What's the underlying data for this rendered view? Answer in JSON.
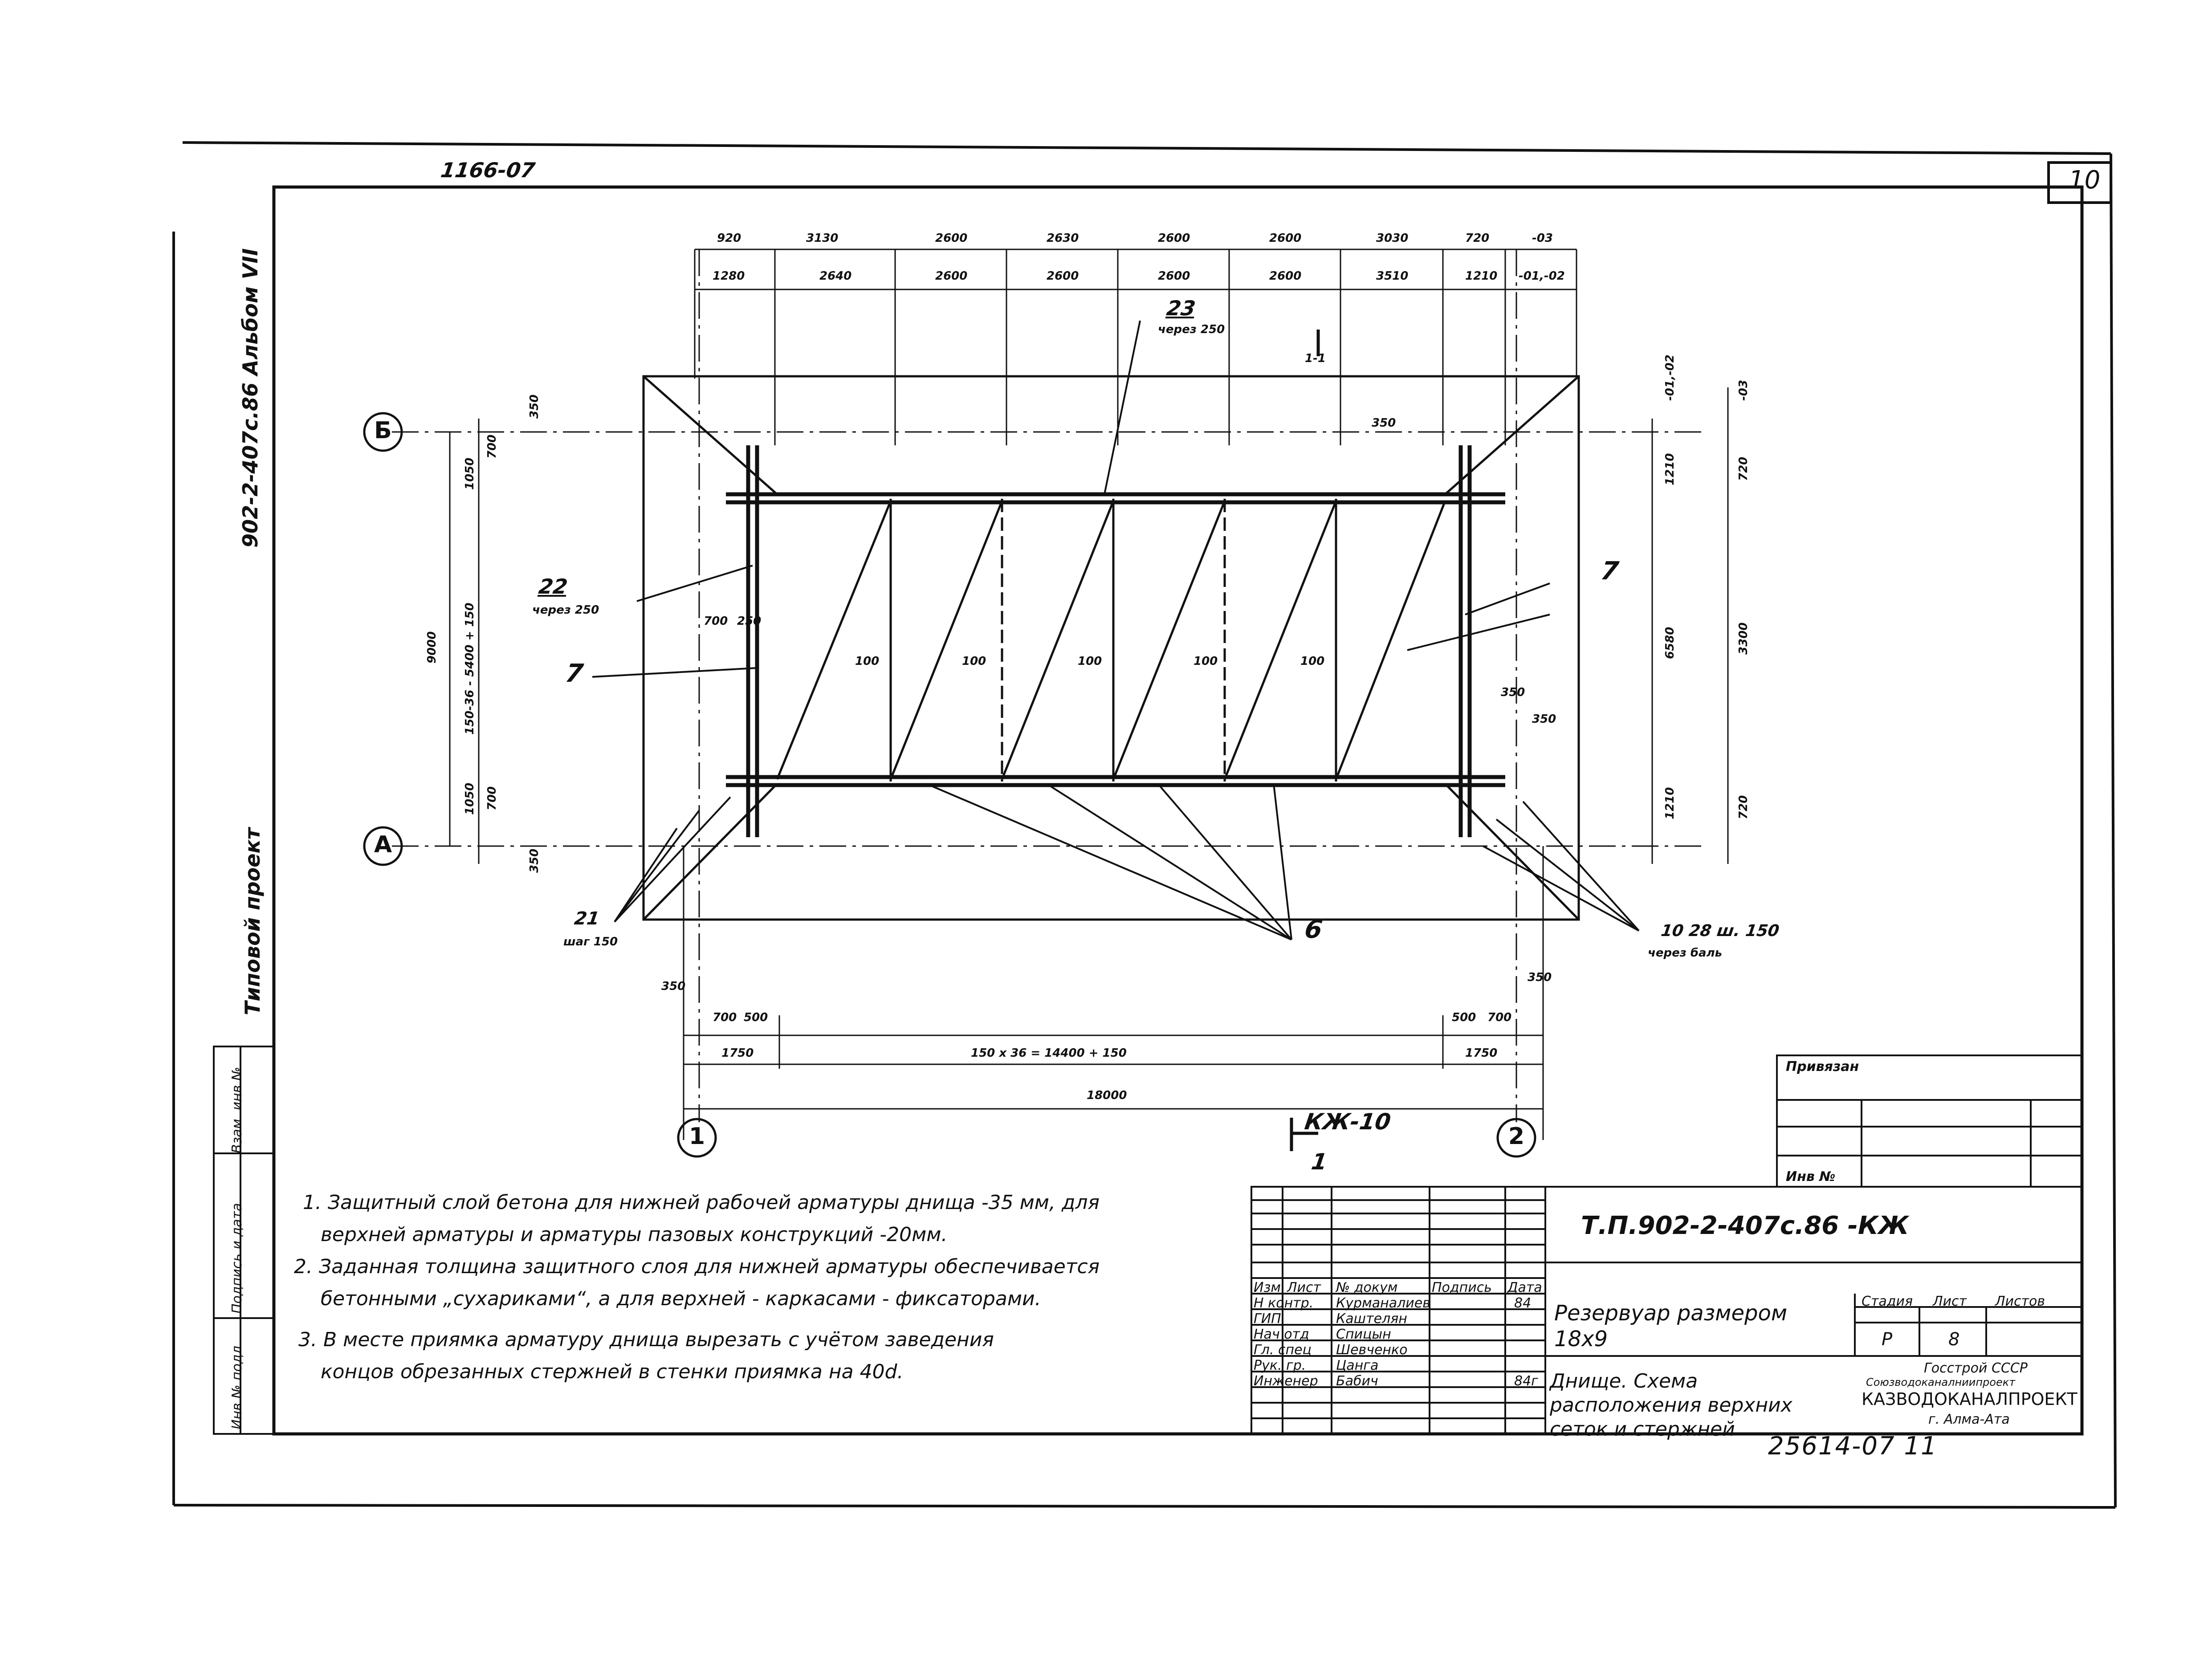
{
  "header": {
    "sheet_code": "1166-07",
    "sheet_number": "10",
    "album_vertical": "902-2-407с.86   Альбом VII",
    "typical_project_vertical": "Типовой проект"
  },
  "side_stamp": [
    "Взам. инв №",
    "Подпись и дата",
    "Инв.№ подл."
  ],
  "dims_top": {
    "row1": [
      "920",
      "3130",
      "2600",
      "2630",
      "2600",
      "2600",
      "3030",
      "720",
      "-03"
    ],
    "row2": [
      "1280",
      "2640",
      "2600",
      "2600",
      "2600",
      "2600",
      "3510",
      "1210",
      "-01,-02"
    ]
  },
  "dims_left": {
    "total": "9000",
    "formula": "150-36 - 5400 + 150",
    "parts": [
      "1050",
      "700",
      "350",
      "1050",
      "700",
      "350"
    ]
  },
  "dims_right": {
    "top": [
      "1210",
      "720"
    ],
    "mid": [
      "6580",
      "3300"
    ],
    "bottom": [
      "1210",
      "720"
    ],
    "labels_top": [
      "-01,-02",
      "-03"
    ]
  },
  "dims_bottom": {
    "left": [
      "350",
      "700",
      "500",
      "1750"
    ],
    "right": [
      "350",
      "500",
      "700",
      "1750"
    ],
    "middle": "150 х 36  = 14400  + 150",
    "total": "18000"
  },
  "axes": {
    "rows": [
      "Б",
      "А"
    ],
    "cols": [
      "1",
      "2"
    ]
  },
  "callouts": [
    {
      "id": "23",
      "note": "через 250"
    },
    {
      "id": "22",
      "note": "через 250"
    },
    {
      "id": "7",
      "note": ""
    },
    {
      "id": "7",
      "note": ""
    },
    {
      "id": "6",
      "note": ""
    },
    {
      "id": "21",
      "note": "шаг 150"
    },
    {
      "id": "10 28 ш. 150",
      "note": "через баль"
    }
  ],
  "inner_labels": [
    "100",
    "100",
    "100",
    "100",
    "100",
    "700",
    "250",
    "350",
    "350",
    "1-1",
    "350"
  ],
  "section_marker": {
    "label": "КЖ-10",
    "number": "1"
  },
  "notes": [
    "1. Защитный слой бетона для нижней рабочей арматуры днища -35 мм, для",
    "верхней арматуры и арматуры пазовых конструкций -20мм.",
    "2. Заданная толщина защитного слоя для нижней арматуры обеспечивается",
    "бетонными „сухариками“, а для верхней - каркасами - фиксаторами.",
    "3. В месте приямка арматуру днища вырезать с учётом заведения",
    "концов обрезанных стержней в стенки приямка на 40d."
  ],
  "title_block": {
    "doc_code": "Т.П.902-2-407с.86   -КЖ",
    "object": "Резервуар размером 18х9",
    "sheet_title": "Днище. Схема расположения верхних сеток и стержней",
    "headers": [
      "Изм",
      "Лист",
      "№ докум",
      "Подпись",
      "Дата"
    ],
    "roles": [
      {
        "role": "Н контр.",
        "name": "Курманалиев",
        "date": "84"
      },
      {
        "role": "ГИП",
        "name": "Каштелян",
        "date": ""
      },
      {
        "role": "Нач отд",
        "name": "Спицын",
        "date": ""
      },
      {
        "role": "Гл. спец",
        "name": "Шевченко",
        "date": ""
      },
      {
        "role": "Рук. гр.",
        "name": "Цанга",
        "date": ""
      },
      {
        "role": "Инженер",
        "name": "Бабич",
        "date": "84г"
      }
    ],
    "stage_label": "Стадия",
    "sheet_label": "Лист",
    "sheets_label": "Листов",
    "stage": "Р",
    "sheet": "8",
    "sheets": "",
    "org_line1": "Госстрой СССР",
    "org_line2": "Союзводоканалниипроект",
    "org_line3": "КАЗВОДОКАНАЛПРОЕКТ",
    "org_line4": "г. Алма-Ата"
  },
  "apply_block": {
    "title": "Привязан",
    "inv": "Инв №"
  },
  "footer": {
    "copy_code": "25614-07   11"
  }
}
